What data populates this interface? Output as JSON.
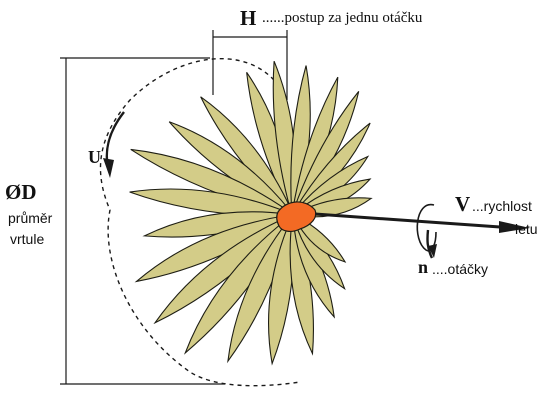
{
  "labels": {
    "H": "H",
    "H_desc": "......postup za jednu otáčku",
    "U": "U",
    "D": "ØD",
    "D_desc_1": "průměr",
    "D_desc_2": "vrtule",
    "V": "V",
    "V_desc": "...rychlost",
    "V_desc_2": "letu",
    "n": "n",
    "n_desc": "....otáčky"
  },
  "colors": {
    "blade_fill": "#d3cc88",
    "blade_stroke": "#1e1e14",
    "hub": "#f36a24",
    "line": "#1a1a1a"
  }
}
